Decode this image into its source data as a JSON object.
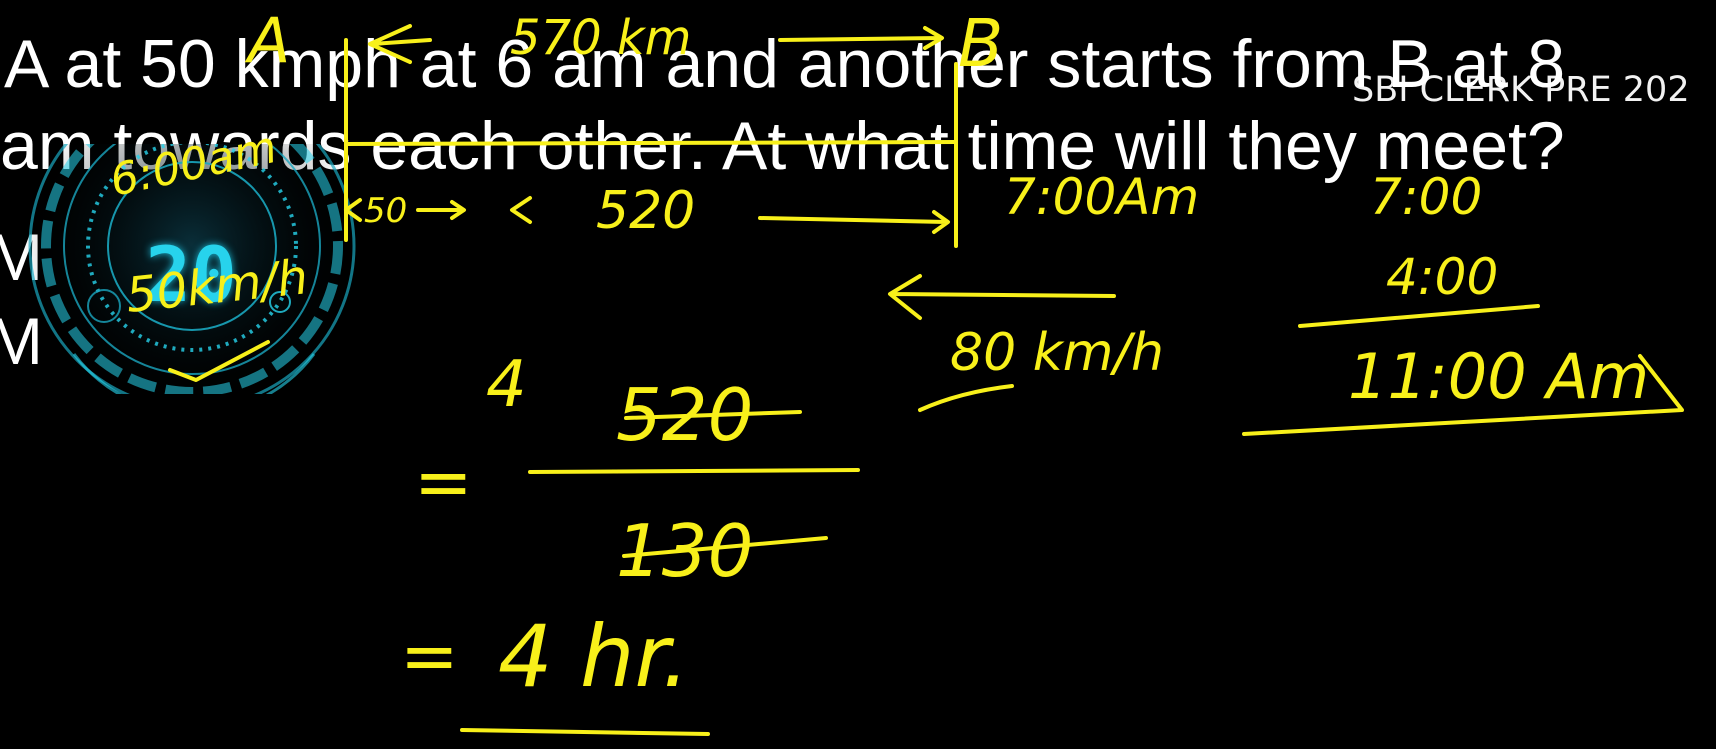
{
  "question": {
    "line1": "A at 50 kmph at 6 am and another starts from B at 8",
    "line2": "am towards each other. At what time will they meet?"
  },
  "options": [
    "M",
    "M"
  ],
  "watermark": "SBI CLERK PRE 202",
  "timer": {
    "count": "20"
  },
  "annotations": {
    "point_a": "A",
    "point_b": "B",
    "distance_total": "570 km",
    "start_time_a": "6:00am",
    "split_small": "50",
    "split_large": "520",
    "time_7am": "7:00Am",
    "speed_a": "50km/h",
    "speed_b": "80 km/h",
    "calc_numerator": "520",
    "calc_denominator": "130",
    "calc_quotient": "4",
    "calc_equals": "=",
    "calc_result": "4 hr.",
    "sum_first": "7:00",
    "sum_second": "4:00",
    "sum_result": "11:00 Am"
  },
  "colors": {
    "ink": "#f8f01a",
    "timer_accent": "#27d3ec",
    "text": "#ffffff",
    "background": "#000000"
  }
}
